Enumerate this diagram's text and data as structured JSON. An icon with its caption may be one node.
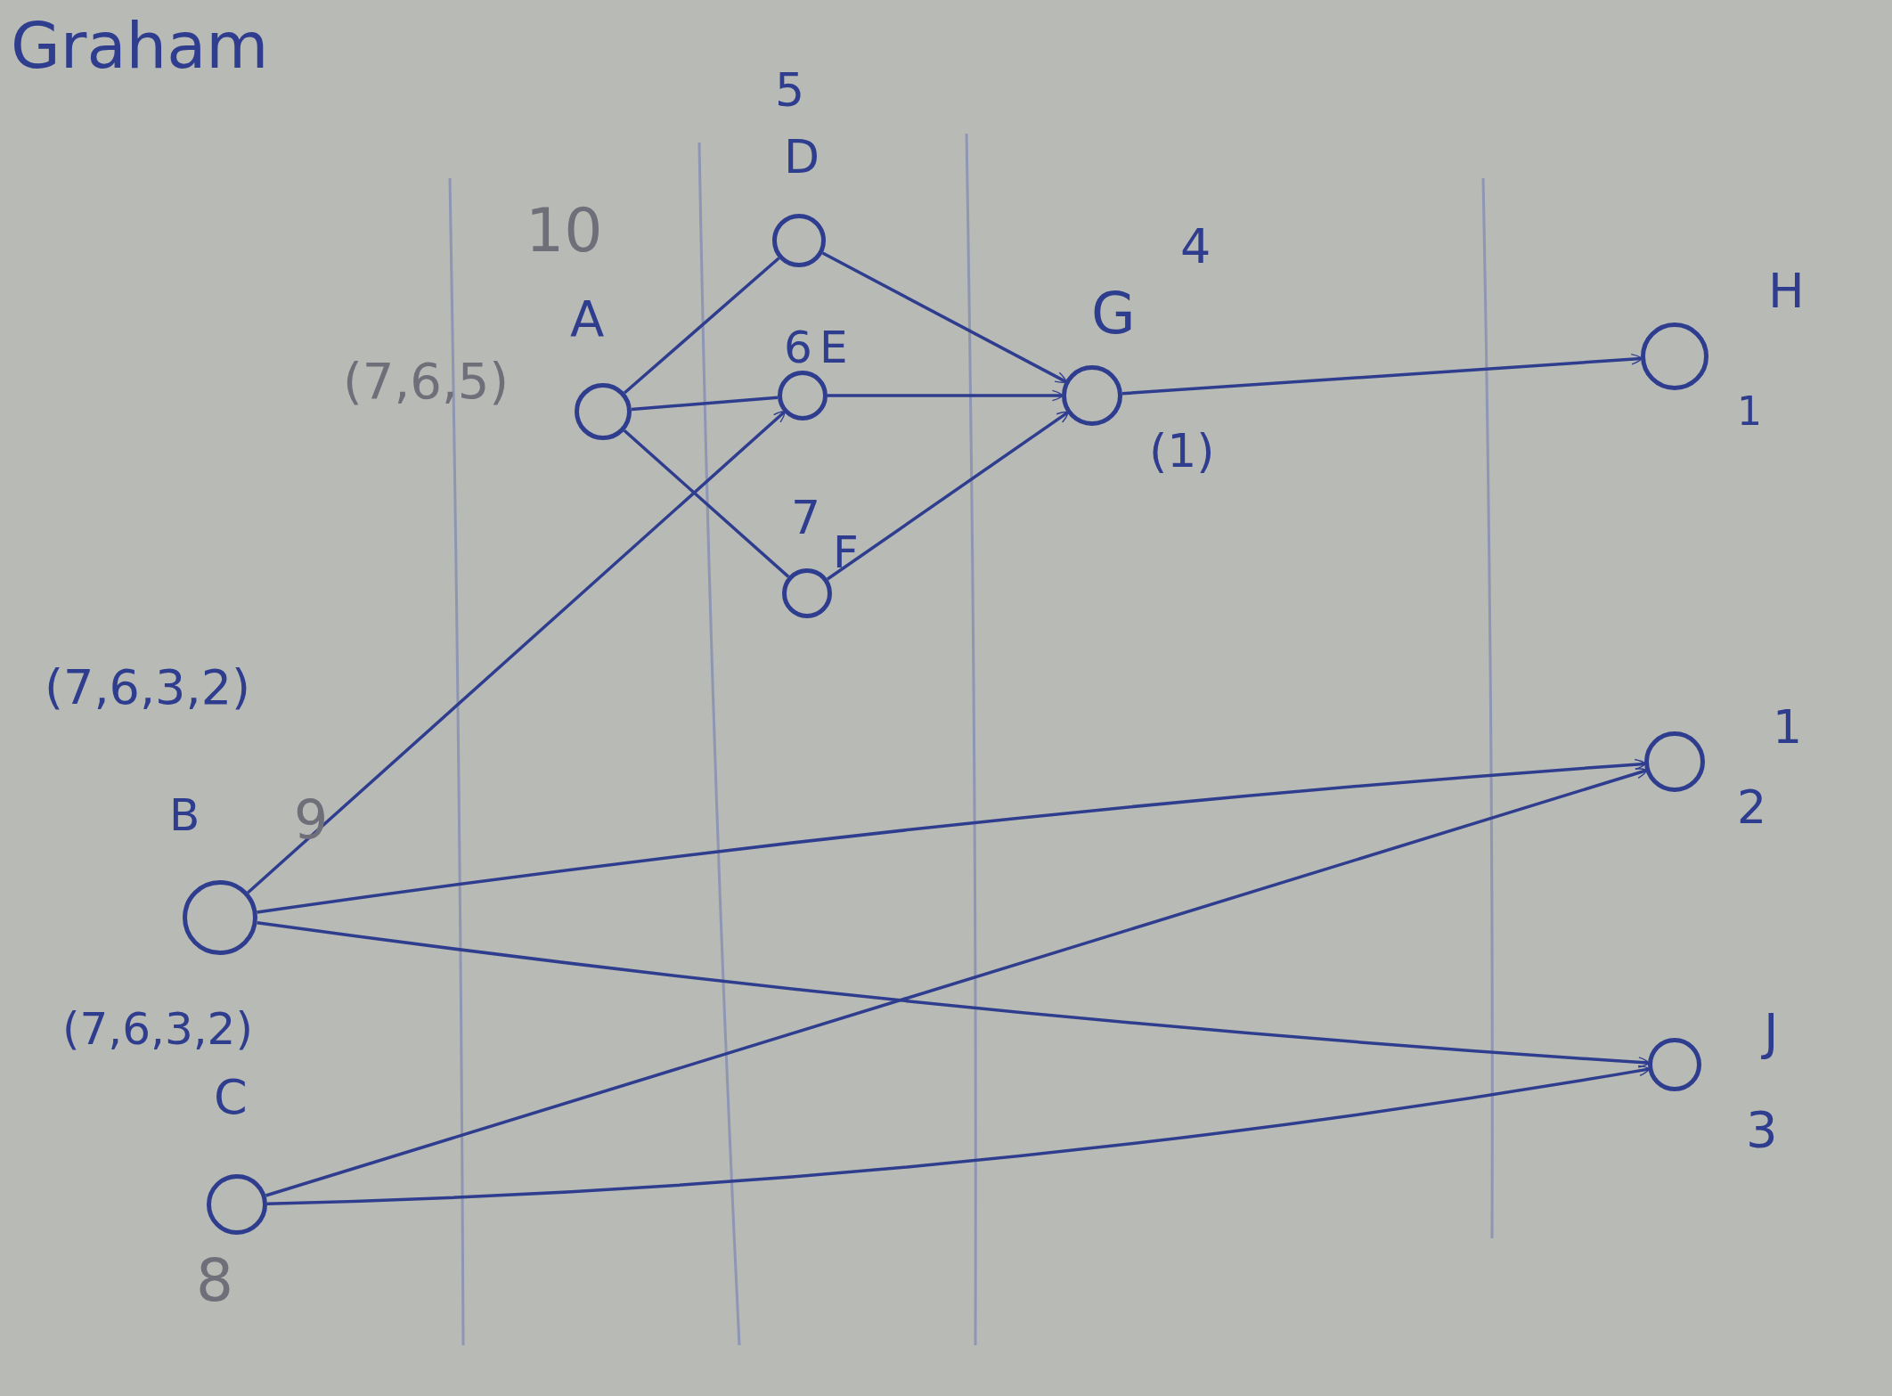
{
  "diagram": {
    "title": "Graham",
    "nodes": [
      {
        "text": [],
        "shape": "circle",
        "beside": [
          "10",
          "A",
          "(7,6,5)"
        ]
      },
      {
        "text": [],
        "shape": "circle",
        "beside": [
          "5",
          "D"
        ]
      },
      {
        "text": [],
        "shape": "circle",
        "beside": [
          "6",
          "E"
        ]
      },
      {
        "text": [],
        "shape": "circle",
        "beside": [
          "7",
          "F"
        ]
      },
      {
        "text": [],
        "shape": "circle",
        "beside": [
          "G",
          "4",
          "(1)"
        ]
      },
      {
        "text": [],
        "shape": "circle",
        "beside": [
          "H",
          "1"
        ]
      },
      {
        "text": [],
        "shape": "circle",
        "beside": [
          "(7,6,3,2)",
          "B",
          "9"
        ]
      },
      {
        "text": [],
        "shape": "circle",
        "beside": [
          "(7,6,3,2)",
          "C",
          "8"
        ]
      },
      {
        "text": [],
        "shape": "circle",
        "beside": [
          "1",
          "2"
        ]
      },
      {
        "text": [],
        "shape": "circle",
        "beside": [
          "J",
          "3"
        ]
      }
    ],
    "edges": [
      {
        "from": 0,
        "to": 1,
        "arrow": "none"
      },
      {
        "from": 0,
        "to": 2,
        "arrow": "none"
      },
      {
        "from": 0,
        "to": 3,
        "arrow": "none"
      },
      {
        "from": 1,
        "to": 4,
        "arrow": "to"
      },
      {
        "from": 2,
        "to": 4,
        "arrow": "to"
      },
      {
        "from": 3,
        "to": 4,
        "arrow": "to"
      },
      {
        "from": 4,
        "to": 5,
        "arrow": "to"
      },
      {
        "from": 6,
        "to": 2,
        "arrow": "to"
      },
      {
        "from": 6,
        "to": 8,
        "arrow": "to"
      },
      {
        "from": 6,
        "to": 9,
        "arrow": "to"
      },
      {
        "from": 7,
        "to": 8,
        "arrow": "to"
      },
      {
        "from": 7,
        "to": 9,
        "arrow": "to"
      }
    ]
  }
}
